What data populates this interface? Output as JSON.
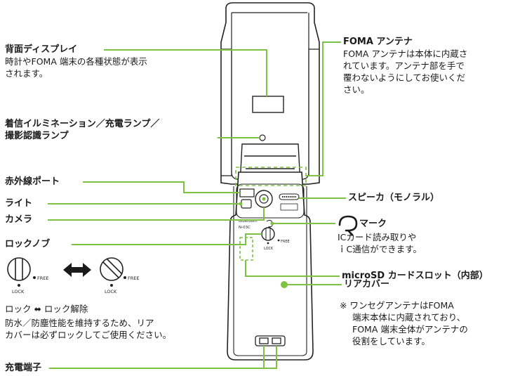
{
  "labels": {
    "back_display": "背面ディスプレイ",
    "back_display_desc_1": "時計やFOMA 端末の各種状態が表示",
    "back_display_desc_2": "されます。",
    "illumination_1": "着信イルミネーション／充電ランプ／",
    "illumination_2": "撮影認識ランプ",
    "ir_port": "赤外線ポート",
    "light": "ライト",
    "camera": "カメラ",
    "lock_knob": "ロックノブ",
    "foma_antenna": "FOMA アンテナ",
    "foma_antenna_desc_1": "FOMA アンテナは本体に内蔵さ",
    "foma_antenna_desc_2": "れています。アンテナ部を手で",
    "foma_antenna_desc_3": "覆わないようにしてお使いくだ",
    "foma_antenna_desc_4": "さい。",
    "speaker": "スピーカ（モノラル）",
    "felica_mark": "マーク",
    "felica_desc_1": "ICカード読み取りや",
    "felica_desc_2": "ｉC通信ができます。",
    "microsd": "microSD カードスロット（内部）",
    "rear_cover": "リアカバー",
    "oneseg_note_1": "※ ワンセグアンテナはFOMA",
    "oneseg_note_2": "端末本体に内蔵されており、",
    "oneseg_note_3": "FOMA 端末全体がアンテナの",
    "oneseg_note_4": "役割をしています。",
    "lock_legend": "ロック ⬌ ロック解除",
    "waterproof_1": "防水／防塵性能を維持するため、リア",
    "waterproof_2": "カバーは必ずロックしてご使用ください。",
    "charge_terminal": "充電端子",
    "free_1": "FREE",
    "free_2": "FREE",
    "lock_1": "LOCK",
    "lock_2": "LOCK",
    "phone_free": "FREE",
    "phone_lock": "LOCK",
    "phone_model": "N-03C",
    "phone_bluetooth": "Bluetooth"
  },
  "colors": {
    "callout": "#7dc242",
    "outline": "#222222",
    "body_fill": "#ffffff"
  }
}
